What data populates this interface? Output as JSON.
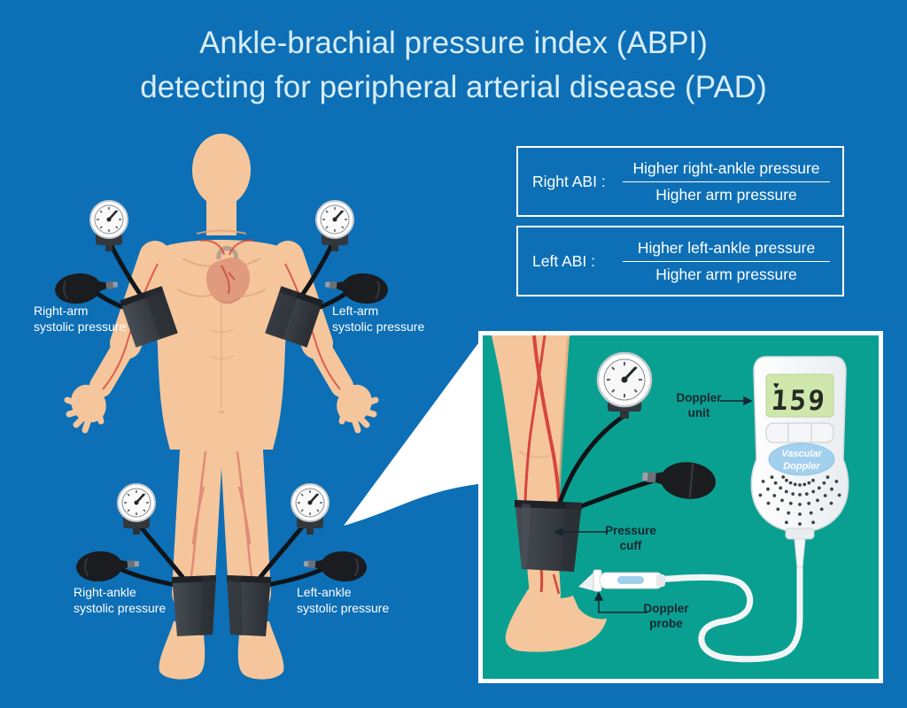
{
  "title": {
    "line1": "Ankle-brachial pressure index (ABPI)",
    "line2": "detecting for peripheral arterial disease (PAD)"
  },
  "formulas": {
    "right": {
      "label": "Right ABI :",
      "numerator": "Higher right-ankle pressure",
      "denominator": "Higher arm pressure"
    },
    "left": {
      "label": "Left ABI :",
      "numerator": "Higher left-ankle pressure",
      "denominator": "Higher arm pressure"
    }
  },
  "body_labels": {
    "right_arm": {
      "line1": "Right-arm",
      "line2": "systolic pressure"
    },
    "left_arm": {
      "line1": "Left-arm",
      "line2": "systolic pressure"
    },
    "right_ankle": {
      "line1": "Right-ankle",
      "line2": "systolic pressure"
    },
    "left_ankle": {
      "line1": "Left-ankle",
      "line2": "systolic pressure"
    }
  },
  "inset": {
    "doppler_unit_label": {
      "line1": "Doppler",
      "line2": "unit"
    },
    "pressure_cuff_label": {
      "line1": "Pressure",
      "line2": "cuff"
    },
    "doppler_probe_label": {
      "line1": "Doppler",
      "line2": "probe"
    },
    "device": {
      "reading": "159",
      "heart_icon": "♥",
      "brand_line1": "Vascular",
      "brand_line2": "Doppler"
    }
  },
  "colors": {
    "background": "#0d6fb6",
    "inset_background": "#0aa091",
    "title_text": "#d8edf8",
    "label_text": "#ffffff",
    "inset_label_text": "#15262e",
    "skin": "#f5c69c",
    "cuff_dark": "#3b4047",
    "artery_red": "#d6463c",
    "lcd_green": "#cfe7ad",
    "device_oval_blue": "#a3d0ee",
    "callout_white": "#ffffff"
  }
}
